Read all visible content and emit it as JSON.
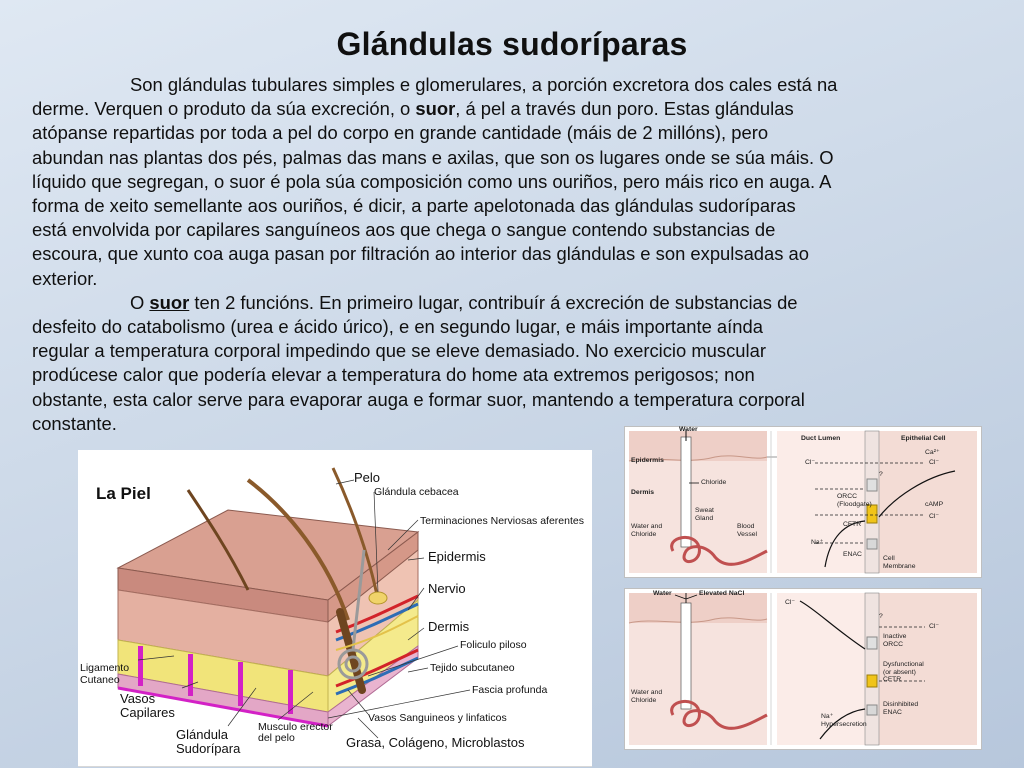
{
  "title": "Glándulas sudoríparas",
  "paragraph1": {
    "lines": [
      "Son glándulas tubulares simples e glomerulares, a porción excretora dos cales está na",
      "atópanse repartidas por toda a pel do corpo en grande cantidade (máis de 2 millóns), pero",
      "abundan nas plantas dos pés, palmas das mans e axilas, que son os lugares onde se súa máis. O",
      "líquido que segregan, o suor é pola súa composición como uns ouriños, pero máis rico en auga. A",
      "forma de xeito semellante aos ouriños, é dicir, a parte apelotonada das glándulas sudoríparas",
      "está envolvida por capilares sanguíneos aos que chega o sangue contendo substancias de",
      "escoura, que xunto coa auga pasan por filtración ao interior das glándulas e son expulsadas ao",
      "exterior."
    ],
    "line2_before": "derme. Verquen o produto da súa excreción, o ",
    "line2_bold": "suor",
    "line2_after": ", á pel a través dun poro. Estas glándulas"
  },
  "paragraph2": {
    "first_word": "O ",
    "bold_word": "suor",
    "first_rest": " ten 2 funcións. En primeiro lugar, contribuír á excreción de substancias de",
    "lines": [
      "desfeito do catabolismo (urea e ácido úrico), e en segundo lugar, e máis importante aínda",
      "regular a temperatura corporal impedindo que se eleve demasiado. No exercicio muscular",
      "prodúcese calor que podería elevar a temperatura do home ata extremos perigosos; non",
      "obstante, esta calor serve para evaporar auga e formar suor, mantendo a temperatura corporal",
      "constante."
    ]
  },
  "skin_diagram": {
    "title": "La Piel",
    "labels": {
      "pelo": "Pelo",
      "glandula_cebacea": "Glándula cebacea",
      "terminaciones": "Terminaciones Nerviosas aferentes",
      "epidermis": "Epidermis",
      "nervio": "Nervio",
      "dermis": "Dermis",
      "foliculo": "Foliculo piloso",
      "tejido": "Tejido subcutaneo",
      "fascia": "Fascia profunda",
      "ligamento": "Ligamento\nCutaneo",
      "vasos_capilares": "Vasos\nCapilares",
      "glandula_sudoripara": "Glándula\nSudorípara",
      "musculo": "Musculo erector\ndel pelo",
      "vasos_sanguineos": "Vasos Sanguineos y linfaticos",
      "grasa": "Grasa, Colágeno, Microblastos"
    },
    "colors": {
      "epidermis": "#c98a7e",
      "dermis": "#e9b8a7",
      "fat": "#f1e47a",
      "vessel_red": "#d2232a",
      "vessel_blue": "#2d6db5",
      "hair": "#8a5a2b",
      "magenta": "#d321c6"
    }
  },
  "cf_top": {
    "labels": {
      "water": "Water",
      "epidermis": "Epidermis",
      "dermis": "Dermis",
      "chloride": "Chloride",
      "sweat_gland": "Sweat\nGland",
      "water_chloride": "Water and\nChloride",
      "blood_vessel": "Blood\nVessel",
      "duct_lumen": "Duct Lumen",
      "epithelial_cell": "Epithelial Cell",
      "ca": "Ca²⁺",
      "cl": "Cl⁻",
      "orcc": "ORCC\n(Floodgate)",
      "camp": "cAMP",
      "cftr": "CFTR",
      "na": "Na⁺",
      "enac": "ENAC",
      "cell_membrane": "Cell\nMembrane",
      "q": "?"
    }
  },
  "cf_bottom": {
    "labels": {
      "water": "Water",
      "elevated_nacl": "Elevated NaCl",
      "water_chloride": "Water and\nChloride",
      "cl": "Cl⁻",
      "inactive_orcc": "Inactive\nORCC",
      "dysfunctional": "Dysfunctional\n(or absent)\nCFTR",
      "disinhibited_enac": "Disinhibited\nENAC",
      "na_hyper": "Na⁺\nHypersecretion",
      "q": "?"
    }
  }
}
